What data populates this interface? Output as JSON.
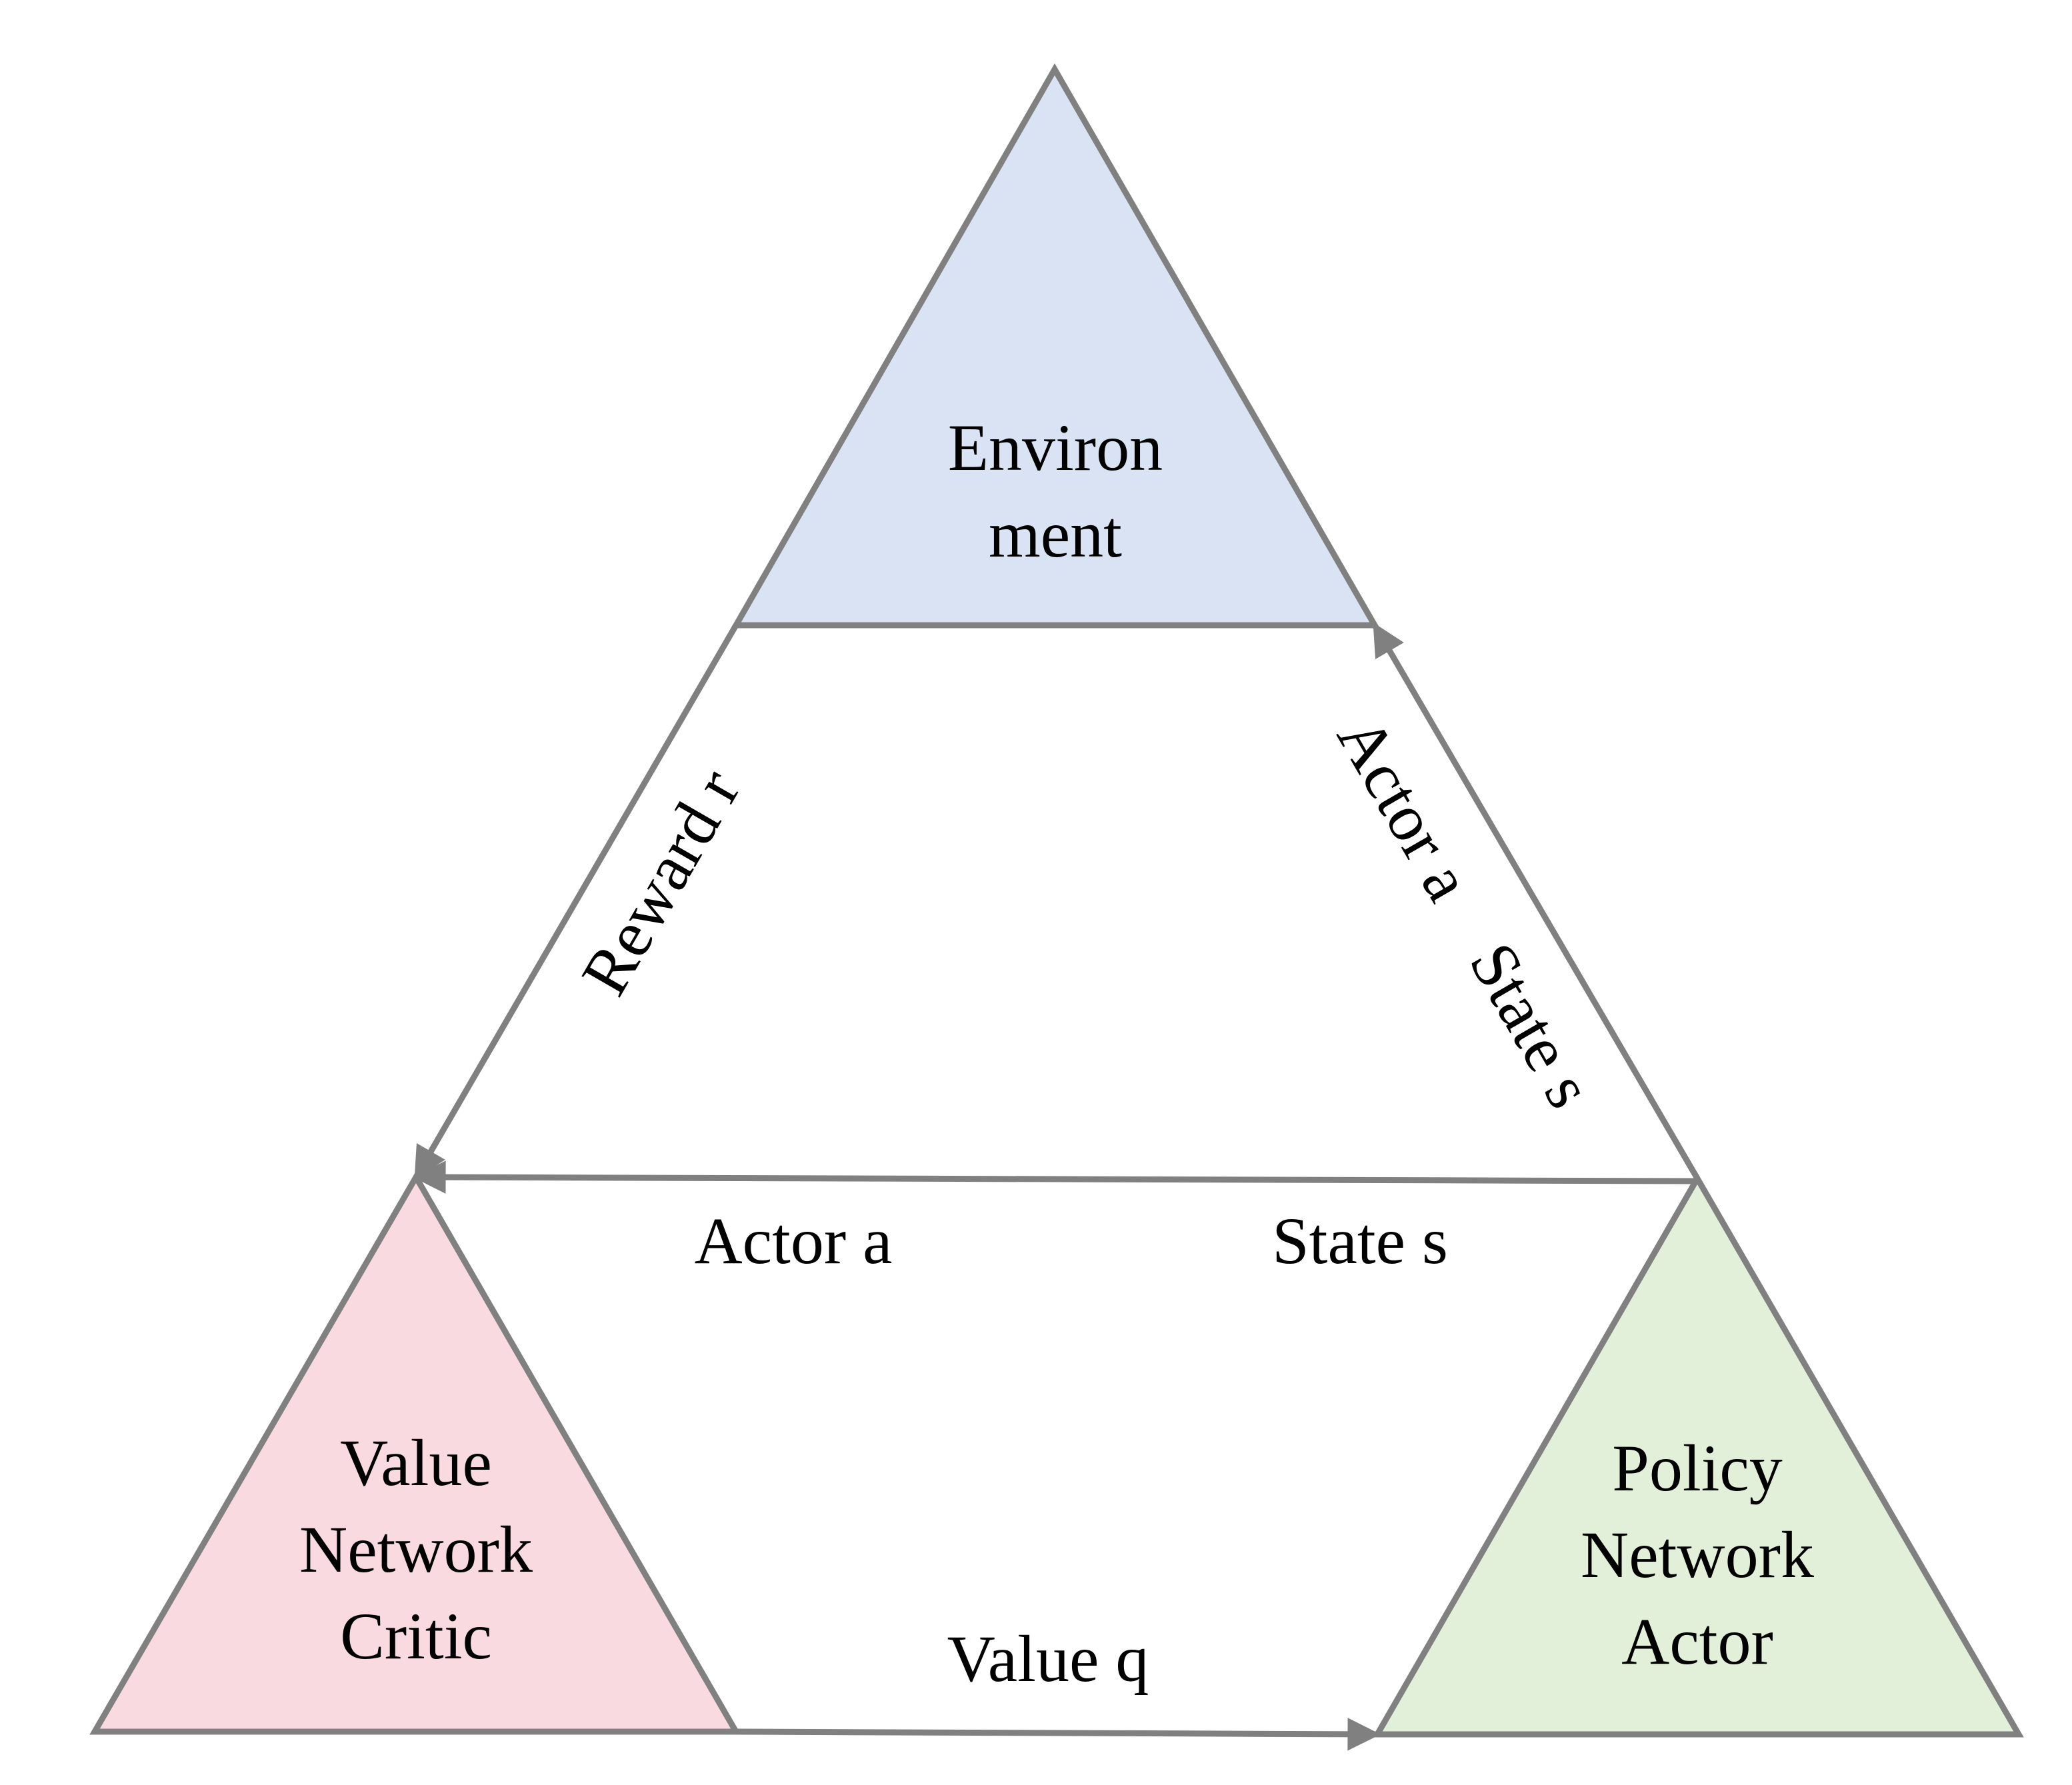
{
  "colors": {
    "stroke": "#808080",
    "environment_fill": "#dae3f3",
    "critic_fill": "#f9dae1",
    "actor_fill": "#e3f0d9"
  },
  "blocks": {
    "environment": {
      "line1": "Environ",
      "line2": "ment"
    },
    "critic": {
      "line1": "Value",
      "line2": "Network",
      "line3": "Critic"
    },
    "actor": {
      "line1": "Policy",
      "line2": "Network",
      "line3": "Actor"
    }
  },
  "edges": {
    "reward_label": "Reward r",
    "right_action_label": "Actor a",
    "right_state_label": "State s",
    "middle_action_label": "Actor a",
    "middle_state_label": "State s",
    "value_label": "Value q"
  }
}
